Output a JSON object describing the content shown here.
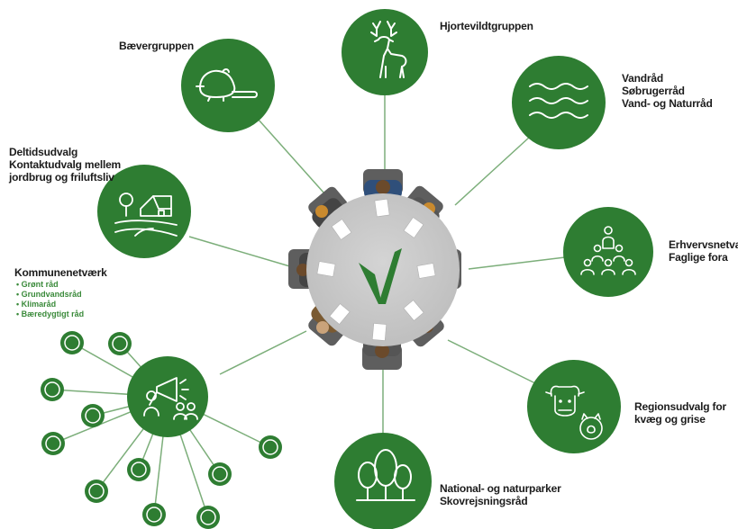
{
  "colors": {
    "green": "#2e7d32",
    "line": "#7cae7a",
    "table": "#c9c9c9",
    "chair": "#5e5e5e",
    "sublist": "#3a8a3a"
  },
  "center": {
    "icon": "check-logo-icon"
  },
  "nodes": {
    "baevergruppen": {
      "lines": [
        "Bævergruppen"
      ],
      "icon": "beaver-icon"
    },
    "hjortevildt": {
      "lines": [
        "Hjortevildtgruppen"
      ],
      "icon": "deer-icon"
    },
    "vand": {
      "lines": [
        "Vandråd",
        "Søbrugerråd",
        "Vand- og Naturråd"
      ],
      "icon": "waves-icon"
    },
    "erhverv": {
      "lines": [
        "Erhvervsnetværk",
        "Faglige fora"
      ],
      "icon": "network-people-icon"
    },
    "region": {
      "lines": [
        "Regionsudvalg for",
        "kvæg og grise"
      ],
      "icon": "cow-pig-icon"
    },
    "national": {
      "lines": [
        "National- og naturparker",
        "Skovrejsningsråd"
      ],
      "icon": "trees-icon"
    },
    "deltid": {
      "lines": [
        "Deltidsudvalg",
        "Kontaktudvalg mellem",
        "jordbrug og friluftsliv"
      ],
      "icon": "farm-house-icon"
    },
    "kommune": {
      "title": "Kommunenetværk",
      "items": [
        "• Grønt råd",
        "• Grundvandsråd",
        "• Klimaråd",
        "• Bæredygtigt råd"
      ],
      "icon": "megaphone-people-icon"
    }
  }
}
